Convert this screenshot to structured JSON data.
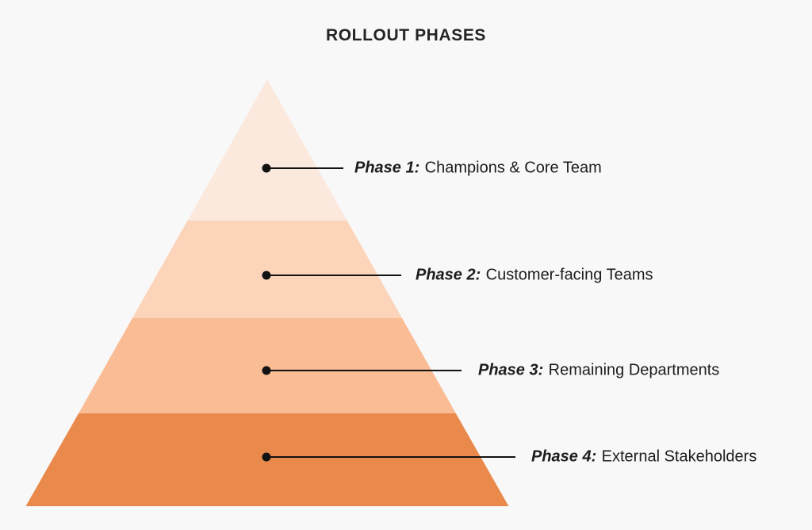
{
  "title": "ROLLOUT PHASES",
  "background_color": "#f8f8f8",
  "text_color": "#1c1c1c",
  "connector_color": "#121212",
  "phases": [
    {
      "prefix": "Phase 1:",
      "text": "Champions & Core Team",
      "color": "#fce9de"
    },
    {
      "prefix": "Phase 2:",
      "text": "Customer-facing Teams",
      "color": "#fcd4ba"
    },
    {
      "prefix": "Phase 3:",
      "text": "Remaining Departments",
      "color": "#fabc94"
    },
    {
      "prefix": "Phase 4:",
      "text": "External Stakeholders",
      "color": "#e98a4c"
    }
  ]
}
